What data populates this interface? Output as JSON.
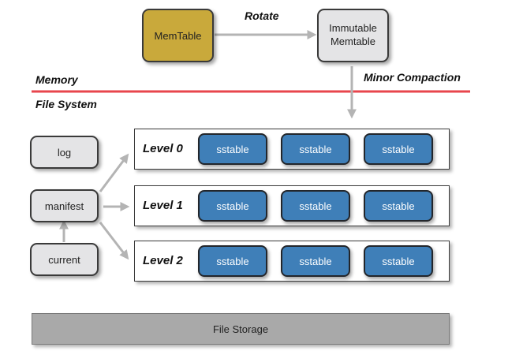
{
  "memtable": "MemTable",
  "immutable": [
    "Immutable",
    "Memtable"
  ],
  "rotate_label": "Rotate",
  "memory_label": "Memory",
  "minor_compaction_label": "Minor Compaction",
  "filesystem_label": "File System",
  "files": {
    "log": "log",
    "manifest": "manifest",
    "current": "current"
  },
  "levels": [
    {
      "label": "Level 0",
      "tables": [
        "sstable",
        "sstable",
        "sstable"
      ]
    },
    {
      "label": "Level 1",
      "tables": [
        "sstable",
        "sstable",
        "sstable"
      ]
    },
    {
      "label": "Level 2",
      "tables": [
        "sstable",
        "sstable",
        "sstable"
      ]
    }
  ],
  "file_storage": "File Storage",
  "colors": {
    "memtable": "#c9a93b",
    "sstable": "#3f7fb8",
    "divider": "#e8464d",
    "arrow": "#b4b4b4",
    "storage": "#a9a9a9"
  }
}
